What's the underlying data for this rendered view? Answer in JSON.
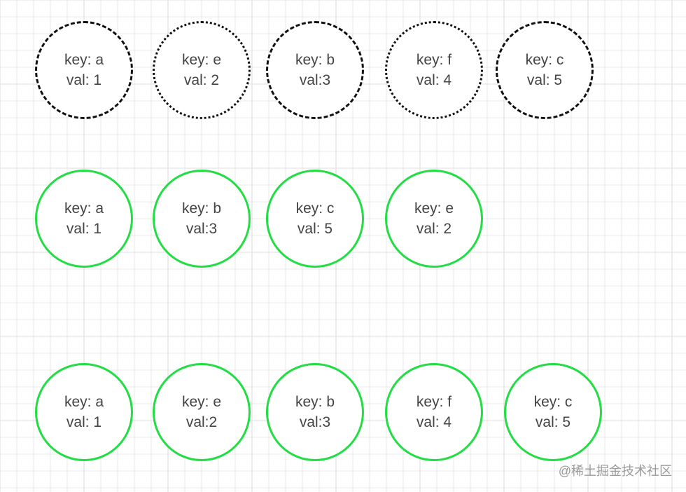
{
  "colors": {
    "black_stroke": "#111111",
    "green_stroke": "#22dd44",
    "text": "#444444",
    "grid_line": "#e8e8e8"
  },
  "rows": [
    {
      "name": "row-1",
      "nodes": [
        {
          "key": "key: a",
          "val": "val: 1",
          "border": "dashed"
        },
        {
          "key": "key: e",
          "val": "val: 2",
          "border": "dotted"
        },
        {
          "key": "key: b",
          "val": "val:3",
          "border": "dashed"
        },
        {
          "key": "key: f",
          "val": "val: 4",
          "border": "dotted"
        },
        {
          "key": "key: c",
          "val": "val: 5",
          "border": "dashed"
        }
      ]
    },
    {
      "name": "row-2",
      "nodes": [
        {
          "key": "key: a",
          "val": "val: 1",
          "border": "solid"
        },
        {
          "key": "key: b",
          "val": "val:3",
          "border": "solid"
        },
        {
          "key": "key: c",
          "val": "val: 5",
          "border": "solid"
        },
        {
          "key": "key: e",
          "val": "val: 2",
          "border": "solid"
        }
      ]
    },
    {
      "name": "row-3",
      "nodes": [
        {
          "key": "key: a",
          "val": "val: 1",
          "border": "solid"
        },
        {
          "key": "key: e",
          "val": "val:2",
          "border": "solid"
        },
        {
          "key": "key: b",
          "val": "val:3",
          "border": "solid"
        },
        {
          "key": "key: f",
          "val": "val: 4",
          "border": "solid"
        },
        {
          "key": "key: c",
          "val": "val: 5",
          "border": "solid"
        }
      ]
    }
  ],
  "watermark": "@稀土掘金技术社区"
}
